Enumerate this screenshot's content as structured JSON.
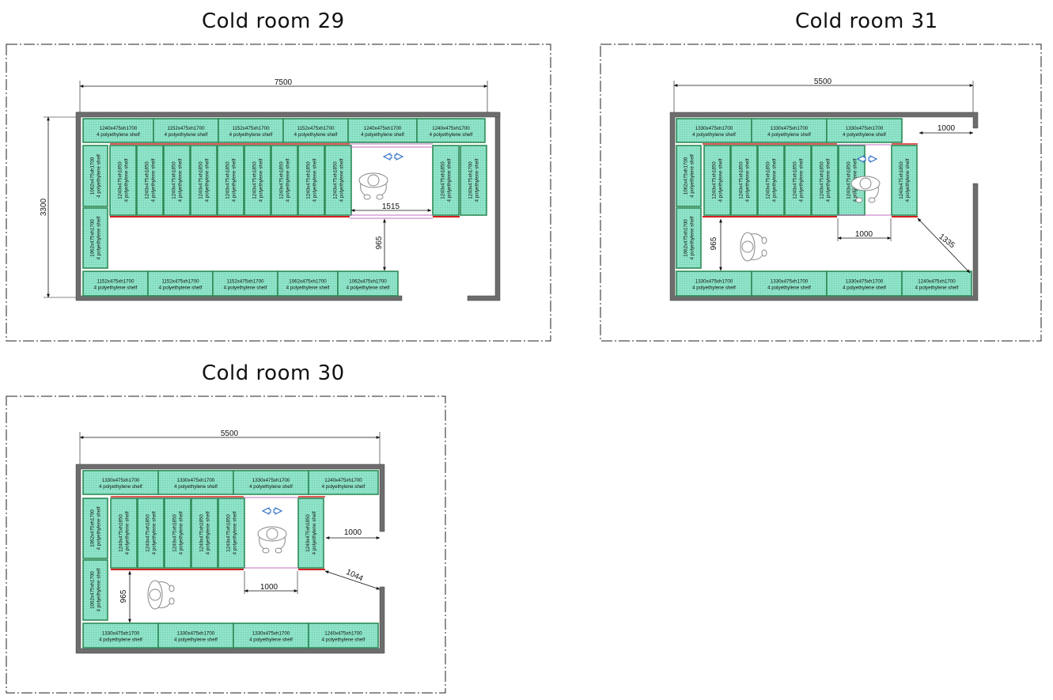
{
  "rooms": [
    {
      "title": "Cold room 29",
      "dimensions": {
        "width": "7500",
        "height": "3300",
        "aisle_width": "965",
        "door_width": "1515"
      },
      "top_row_labels": [
        "1240x475xh1700",
        "1152x475xh1700",
        "1152x475xh1700",
        "1152x475xh1700",
        "1240x475xh1700",
        "1240x475xh1700"
      ],
      "left_column_labels": [
        "1062x475xh1700",
        "1062x475xh1700"
      ],
      "mobile_labels": [
        "1240x475xh1850",
        "1240x475xh1850",
        "1240x475xh1850",
        "1240x475xh1850",
        "1240x475xh1850",
        "1240x475xh1850",
        "1240x475xh1850",
        "1240x475xh1850",
        "1240x475xh1850",
        "1240x475xh1850"
      ],
      "right_column_labels": [
        "1240x475xh1700"
      ],
      "bottom_row_labels": [
        "1152x475xh1700",
        "1152x475xh1700",
        "1152x475xh1700",
        "1062x475xh1700",
        "1062x475xh1700"
      ]
    },
    {
      "title": "Cold room 31",
      "dimensions": {
        "width": "5500",
        "door_width": "1000",
        "aisle_width": "965",
        "gap_width": "1000",
        "diagonal": "1335"
      },
      "top_row_labels": [
        "1330x475xh1700",
        "1330x475xh1700",
        "1330x475xh1700"
      ],
      "left_column_labels": [
        "1062x475xh1700",
        "1062x475xh1700"
      ],
      "mobile_labels": [
        "1240x475xh1850",
        "1240x475xh1850",
        "1240x475xh1850",
        "1240x475xh1850",
        "1240x475xh1850",
        "1240x475xh1850",
        "1240x475xh1850"
      ],
      "bottom_row_labels": [
        "1330x475xh1700",
        "1330x475xh1700",
        "1330x475xh1700",
        "1240x475xh1700"
      ]
    },
    {
      "title": "Cold room 30",
      "dimensions": {
        "width": "5500",
        "door_width": "1000",
        "aisle_width": "965",
        "gap_width": "1000",
        "diagonal": "1044"
      },
      "top_row_labels": [
        "1330x475xh1700",
        "1330x475xh1700",
        "1330x475xh1700",
        "1240x475xh1700"
      ],
      "left_column_labels": [
        "1062x475xh1700",
        "1062x475xh1700"
      ],
      "mobile_labels": [
        "1240x475xh1850",
        "1240x475xh1850",
        "1240x475xh1850",
        "1240x475xh1850",
        "1240x475xh1850",
        "1240x475xh1850"
      ],
      "bottom_row_labels": [
        "1330x475xh1700",
        "1330x475xh1700",
        "1330x475xh1700",
        "1240x475xh1700"
      ]
    }
  ],
  "shelf_line2": "4 polyethylene shelf",
  "colors": {
    "shelf_fill": "#8fe3c8",
    "shelf_border": "#2e8b57",
    "wall": "#6d6d6d",
    "rail_red": "#d62020",
    "rail_pink": "#c070c0",
    "arrow_blue": "#2b6cc4"
  }
}
